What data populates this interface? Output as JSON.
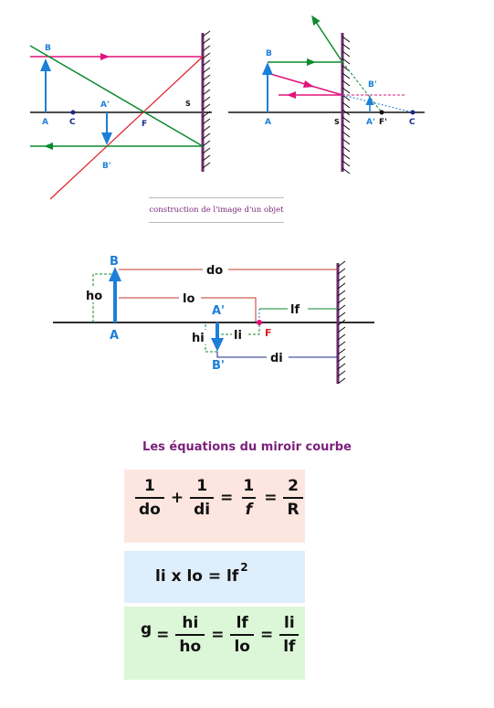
{
  "diagram1": {
    "labels": {
      "B": "B",
      "A": "A",
      "C": "C",
      "A_prime": "A'",
      "B_prime": "B'",
      "F": "F",
      "S": "S"
    }
  },
  "diagram2": {
    "labels": {
      "B": "B",
      "A": "A",
      "S": "S",
      "B_prime": "B'",
      "A_prime": "A'",
      "F_prime": "F'",
      "C": "C"
    }
  },
  "caption": "construction de l'image d'un objet",
  "diagram3": {
    "labels": {
      "B": "B",
      "A": "A",
      "ho": "ho",
      "do": "do",
      "lo": "lo",
      "lf": "lf",
      "A_prime": "A'",
      "li": "li",
      "F": "F",
      "hi": "hi",
      "B_prime": "B'",
      "di": "di"
    }
  },
  "equations": {
    "title": "Les équations du miroir courbe",
    "eq1": {
      "t1_num": "1",
      "t1_den": "do",
      "plus": "+",
      "t2_num": "1",
      "t2_den": "di",
      "eq_a": "=",
      "t3_num": "1",
      "t3_den": "f",
      "eq_b": "=",
      "t4_num": "2",
      "t4_den": "R"
    },
    "eq2": {
      "text": "li x lo = lf",
      "exp": "2"
    },
    "eq3": {
      "g": "g",
      "eq_a": "=",
      "a_num": "hi",
      "a_den": "ho",
      "eq_b": "=",
      "b_num": "lf",
      "b_den": "lo",
      "eq_c": "=",
      "c_num": "li",
      "c_den": "lf"
    }
  },
  "colors": {
    "magenta": "#e0137a",
    "green": "#0b8a2e",
    "blue": "#1d7fd8",
    "red": "#e0202a",
    "mirror": "#6b2a6b",
    "navy": "#1a2a8a",
    "box1": "#fde6df",
    "box2": "#dfeefb",
    "box3": "#dcf7d8"
  }
}
